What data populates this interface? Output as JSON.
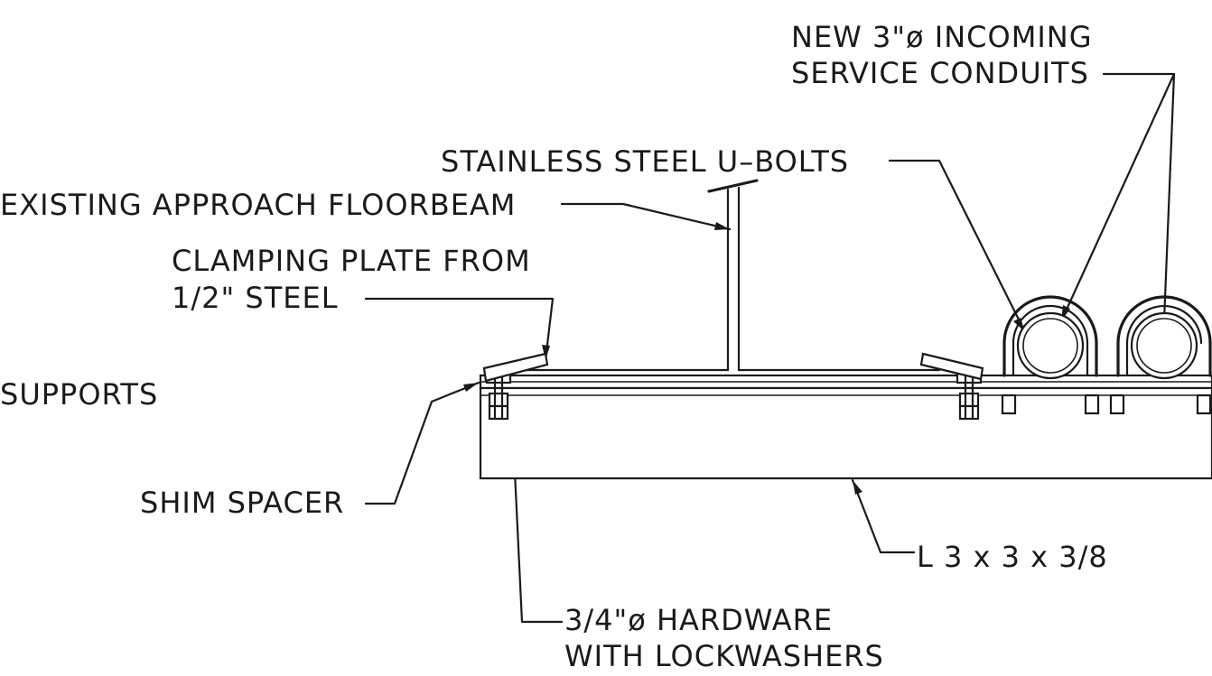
{
  "labels": {
    "conduits_line1": "NEW 3\"ø INCOMING",
    "conduits_line2": "SERVICE CONDUITS",
    "u_bolts": "STAINLESS STEEL U–BOLTS",
    "floorbeam": "EXISTING APPROACH FLOORBEAM",
    "clamp_line1": "CLAMPING PLATE FROM",
    "clamp_line2": "1/2\" STEEL",
    "supports": "SUPPORTS",
    "shim": "SHIM SPACER",
    "angle": "L 3 x 3 x 3/8",
    "hardware_line1": "3/4\"ø HARDWARE",
    "hardware_line2": "WITH LOCKWASHERS"
  }
}
